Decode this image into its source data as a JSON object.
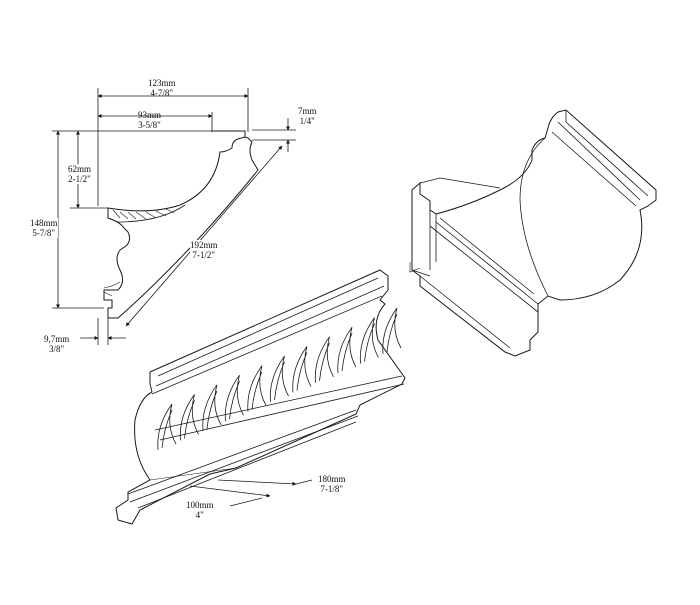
{
  "dimensions": {
    "overall_width": {
      "metric": "123mm",
      "imperial": "4-7/8\""
    },
    "inner_width": {
      "metric": "93mm",
      "imperial": "3-5/8\""
    },
    "top_lip": {
      "metric": "7mm",
      "imperial": "1/4\""
    },
    "cove_height": {
      "metric": "62mm",
      "imperial": "2-1/2\""
    },
    "overall_height": {
      "metric": "148mm",
      "imperial": "5-7/8\""
    },
    "diagonal_projection": {
      "metric": "192mm",
      "imperial": "7-1/2\""
    },
    "bottom_lip": {
      "metric": "9,7mm",
      "imperial": "3/8\""
    },
    "pattern_length": {
      "metric": "180mm",
      "imperial": "7-1/8\""
    },
    "pattern_repeat": {
      "metric": "100mm",
      "imperial": "4\""
    }
  },
  "colors": {
    "line": "#1a1a1a",
    "paper": "#ffffff"
  }
}
